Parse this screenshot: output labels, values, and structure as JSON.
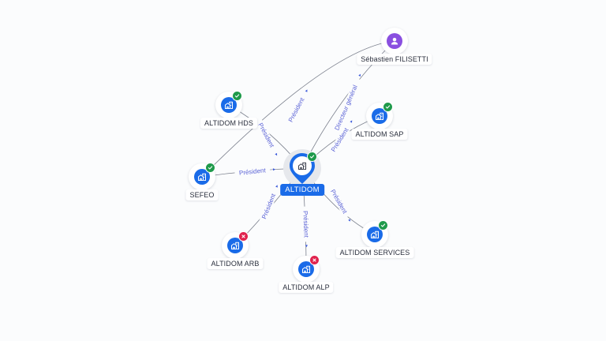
{
  "colors": {
    "company_blue": "#1a6be8",
    "person_purple": "#8a4fe0",
    "active_green": "#1f9a4b",
    "closed_red": "#e0234e",
    "edge_label": "#5b63d6"
  },
  "center": {
    "name": "ALTIDOM",
    "type": "company",
    "status": "active",
    "icon": "building-icon"
  },
  "nodes": [
    {
      "id": "filisetti",
      "name": "Sébastien FILISETTI",
      "type": "person",
      "status": "none",
      "icon": "person-icon"
    },
    {
      "id": "hds",
      "name": "ALTIDOM HDS",
      "type": "company",
      "status": "active",
      "icon": "building-icon"
    },
    {
      "id": "sap",
      "name": "ALTIDOM SAP",
      "type": "company",
      "status": "active",
      "icon": "building-icon"
    },
    {
      "id": "sefeo",
      "name": "SEFEO",
      "type": "company",
      "status": "active",
      "icon": "building-icon"
    },
    {
      "id": "arb",
      "name": "ALTIDOM ARB",
      "type": "company",
      "status": "closed",
      "icon": "building-icon"
    },
    {
      "id": "alp",
      "name": "ALTIDOM ALP",
      "type": "company",
      "status": "closed",
      "icon": "building-icon"
    },
    {
      "id": "services",
      "name": "ALTIDOM SERVICES",
      "type": "company",
      "status": "active",
      "icon": "building-icon"
    }
  ],
  "edges": [
    {
      "from": "filisetti",
      "to": "sefeo",
      "label": "Président"
    },
    {
      "from": "filisetti",
      "to": "center",
      "label": "Directeur général"
    },
    {
      "from": "hds",
      "to": "center",
      "label": "Président"
    },
    {
      "from": "sap",
      "to": "center",
      "label": "Président"
    },
    {
      "from": "sefeo",
      "to": "center",
      "label": "Président"
    },
    {
      "from": "center",
      "to": "arb",
      "label": "Président"
    },
    {
      "from": "center",
      "to": "alp",
      "label": "Président"
    },
    {
      "from": "center",
      "to": "services",
      "label": "Président"
    }
  ]
}
